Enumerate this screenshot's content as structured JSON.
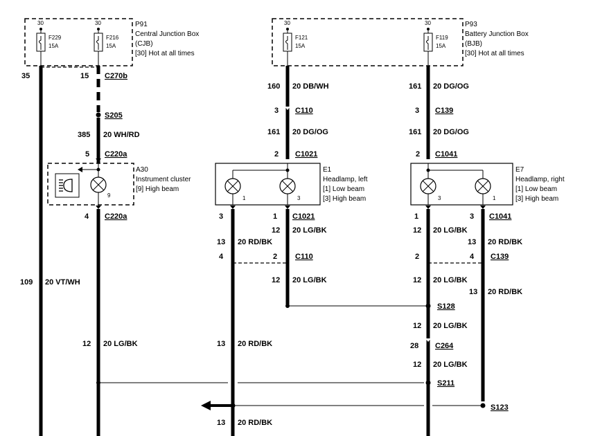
{
  "components": {
    "p91": {
      "ref": "P91",
      "lines": [
        "Central Junction Box",
        "(CJB)",
        "[30] Hot at all times"
      ]
    },
    "p93": {
      "ref": "P93",
      "lines": [
        "Battery Junction Box",
        "(BJB)",
        "[30] Hot at all times"
      ]
    },
    "a30": {
      "ref": "A30",
      "lines": [
        "Instrument cluster",
        "[9] High beam"
      ],
      "pin": "9"
    },
    "e1": {
      "ref": "E1",
      "lines": [
        "Headlamp, left",
        "[1] Low beam",
        "[3] High beam"
      ],
      "pin_a": "1",
      "pin_b": "3"
    },
    "e7": {
      "ref": "E7",
      "lines": [
        "Headlamp, right",
        "[1] Low beam",
        "[3] High beam"
      ],
      "pin_a": "3",
      "pin_b": "1"
    }
  },
  "fuses": [
    {
      "terminal": "30",
      "name": "F229",
      "rating": "15A"
    },
    {
      "terminal": "30",
      "name": "F216",
      "rating": "15A"
    },
    {
      "terminal": "30",
      "name": "F121",
      "rating": "15A"
    },
    {
      "terminal": "30",
      "name": "F119",
      "rating": "15A"
    }
  ],
  "labels": {
    "pin35": "35",
    "pin15": "15",
    "c270b": "C270b",
    "s205": "S205",
    "c385": "385",
    "w_whrd": "20 WH/RD",
    "pin5": "5",
    "c220a_top": "C220a",
    "pin4": "4",
    "c220a_bot": "C220a",
    "c109": "109",
    "w_vtwh": "20 VT/WH",
    "c12_left": "12",
    "w_lgbk_left": "20 LG/BK",
    "c160": "160",
    "w_dbwh": "20 DB/WH",
    "pin3_c110": "3",
    "c110_top": "C110",
    "c161_l": "161",
    "w_dgog_l": "20 DG/OG",
    "pin2_c1021": "2",
    "c1021_top": "C1021",
    "pin3_e1": "3",
    "pin1_e1": "1",
    "c1021_bot": "C1021",
    "c12_e1a": "12",
    "w_lgbk_e1a": "20 LG/BK",
    "c13_e1": "13",
    "w_rdbk_e1": "20 RD/BK",
    "pin4_c110": "4",
    "pin2_c110": "2",
    "c110_bot": "C110",
    "c12_e1b": "12",
    "w_lgbk_e1b": "20 LG/BK",
    "c13_mid": "13",
    "w_rdbk_mid": "20 RD/BK",
    "c13_bot": "13",
    "w_rdbk_bot": "20 RD/BK",
    "c161_r": "161",
    "w_dgog_r1": "20 DG/OG",
    "pin3_c139": "3",
    "c139_top": "C139",
    "c161_r2": "161",
    "w_dgog_r2": "20 DG/OG",
    "pin2_c1041": "2",
    "c1041_top": "C1041",
    "pin1_e7": "1",
    "pin3_e7": "3",
    "c1041_bot": "C1041",
    "c12_e7a": "12",
    "w_lgbk_e7a": "20 LG/BK",
    "c13_e7": "13",
    "w_rdbk_e7": "20 RD/BK",
    "pin2_c139": "2",
    "pin4_c139": "4",
    "c139_bot": "C139",
    "c12_e7b": "12",
    "w_lgbk_e7b": "20 LG/BK",
    "c13_e7b": "13",
    "w_rdbk_e7b": "20 RD/BK",
    "s128": "S128",
    "c12_e7c": "12",
    "w_lgbk_e7c": "20 LG/BK",
    "pin28": "28",
    "c264": "C264",
    "c12_e7d": "12",
    "w_lgbk_e7d": "20 LG/BK",
    "s211": "S211",
    "s123": "S123"
  }
}
